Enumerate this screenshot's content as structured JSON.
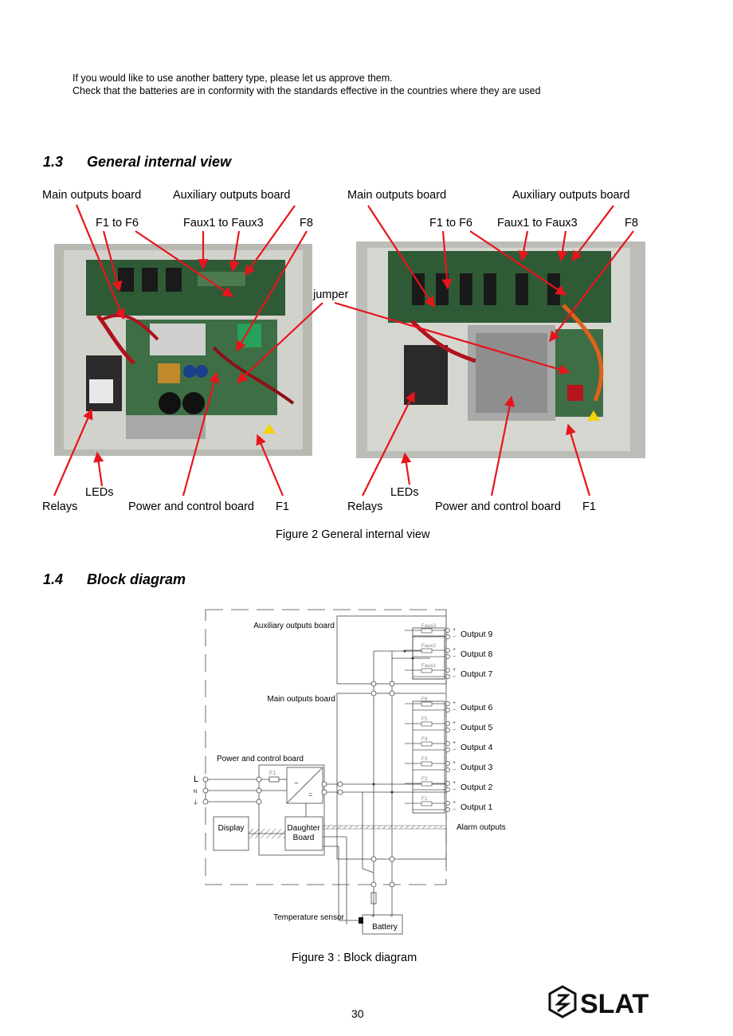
{
  "intro": {
    "line1": "If you would like to use another battery type, please let us approve them.",
    "line2": "Check that the batteries are in conformity with the standards effective in the countries where they are used"
  },
  "section_1_3": {
    "number": "1.3",
    "title": "General internal view"
  },
  "figure2": {
    "labels": {
      "main_outputs_board": "Main outputs board",
      "auxiliary_outputs_board": "Auxiliary outputs board",
      "f1_to_f6": "F1 to F6",
      "faux1_to_faux3": "Faux1 to Faux3",
      "f8": "F8",
      "jumper": "jumper",
      "leds": "LEDs",
      "relays": "Relays",
      "power_and_control_board": "Power and control board",
      "f1": "F1"
    },
    "caption": "Figure 2 General internal view"
  },
  "section_1_4": {
    "number": "1.4",
    "title": "Block diagram"
  },
  "figure3": {
    "auxiliary_outputs_board": "Auxiliary outputs board",
    "main_outputs_board": "Main outputs board",
    "power_and_control_board": "Power and control board",
    "inputs": [
      "L",
      "N",
      "⏚"
    ],
    "fuse_f1": "F1",
    "aux_fuses": [
      "Faux3",
      "Faux2",
      "Faux1"
    ],
    "main_fuses": [
      "F6",
      "F5",
      "F4",
      "F3",
      "F2",
      "F1"
    ],
    "aux_outputs": [
      "Output 9",
      "Output 8",
      "Output 7"
    ],
    "main_outputs": [
      "Output 6",
      "Output 5",
      "Output 4",
      "Output 3",
      "Output 2",
      "Output 1"
    ],
    "display": "Display",
    "daughter_board_line1": "Daughter",
    "daughter_board_line2": "Board",
    "alarm_outputs": "Alarm outputs",
    "temperature_sensor": "Temperature sensor",
    "battery": "Battery",
    "plus": "+",
    "minus": "−",
    "caption": "Figure 3 : Block diagram"
  },
  "footer": {
    "page_number": "30",
    "logo_text": "SLAT"
  }
}
